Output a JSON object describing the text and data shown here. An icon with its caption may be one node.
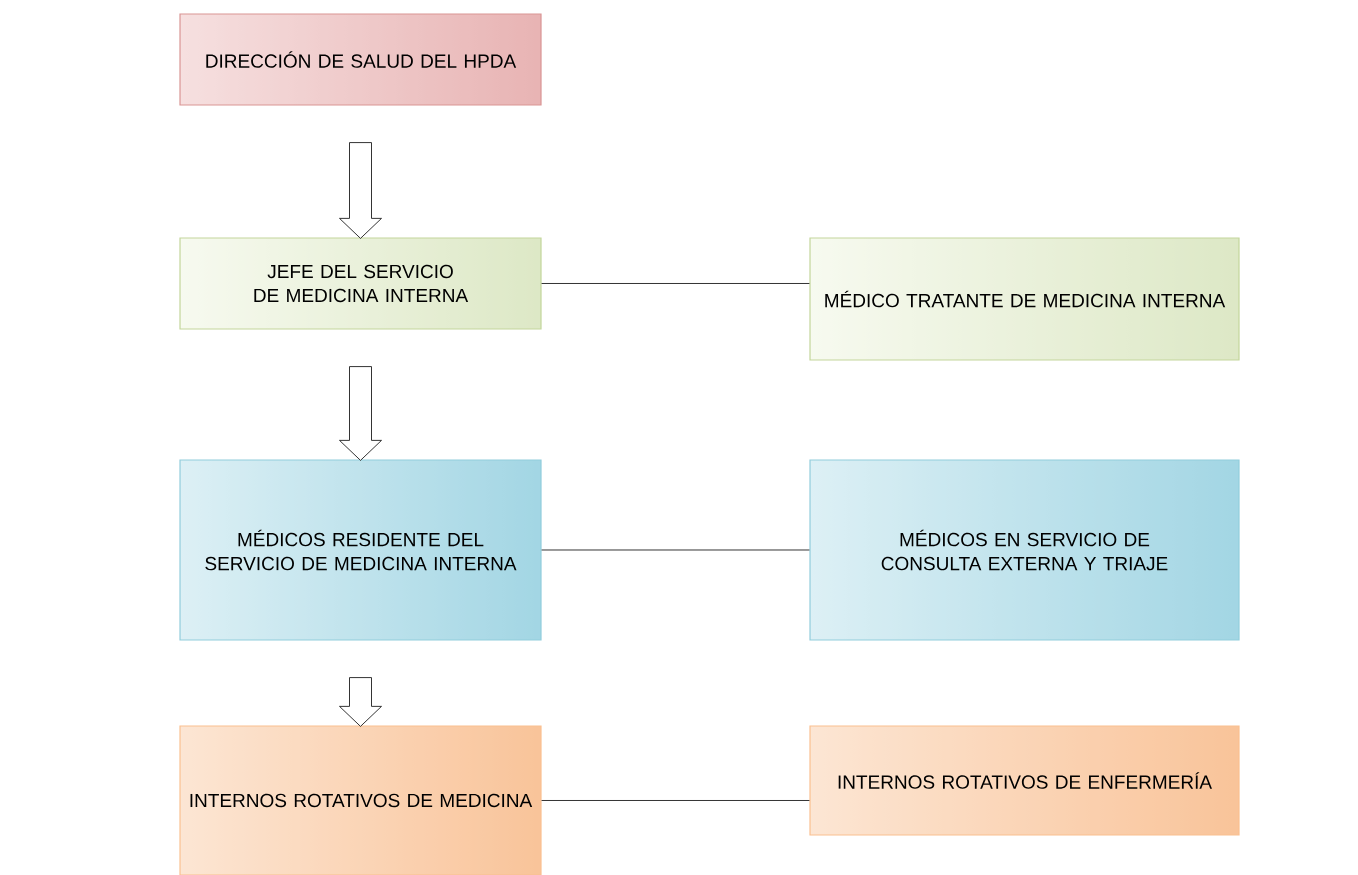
{
  "diagram": {
    "nodes": [
      {
        "text": [
          "DIRECCIÓN DE SALUD DEL HPDA"
        ]
      },
      {
        "text": [
          "JEFE DEL SERVICIO DE MEDICINA INTERNA"
        ]
      },
      {
        "text": [
          "MÉDICO TRATANTE DE MEDICINA INTERNA"
        ]
      },
      {
        "text": [
          "MÉDICOS RESIDENTE DEL SERVICIO DE MEDICINA INTERNA"
        ]
      },
      {
        "text": [
          "MÉDICOS EN SERVICIO DE CONSULTA EXTERNA Y TRIAJE"
        ]
      },
      {
        "text": [
          "INTERNOS ROTATIVOS DE MEDICINA"
        ]
      },
      {
        "text": [
          "INTERNOS ROTATIVOS DE ENFERMERÍA"
        ]
      }
    ],
    "edges": [
      {
        "from": 0,
        "to": 1,
        "arrow": "to"
      },
      {
        "from": 1,
        "to": 3,
        "arrow": "to"
      },
      {
        "from": 3,
        "to": 5,
        "arrow": "to"
      },
      {
        "from": 1,
        "to": 2,
        "arrow": "none"
      },
      {
        "from": 3,
        "to": 4,
        "arrow": "none"
      },
      {
        "from": 5,
        "to": 6,
        "arrow": "none"
      }
    ]
  }
}
